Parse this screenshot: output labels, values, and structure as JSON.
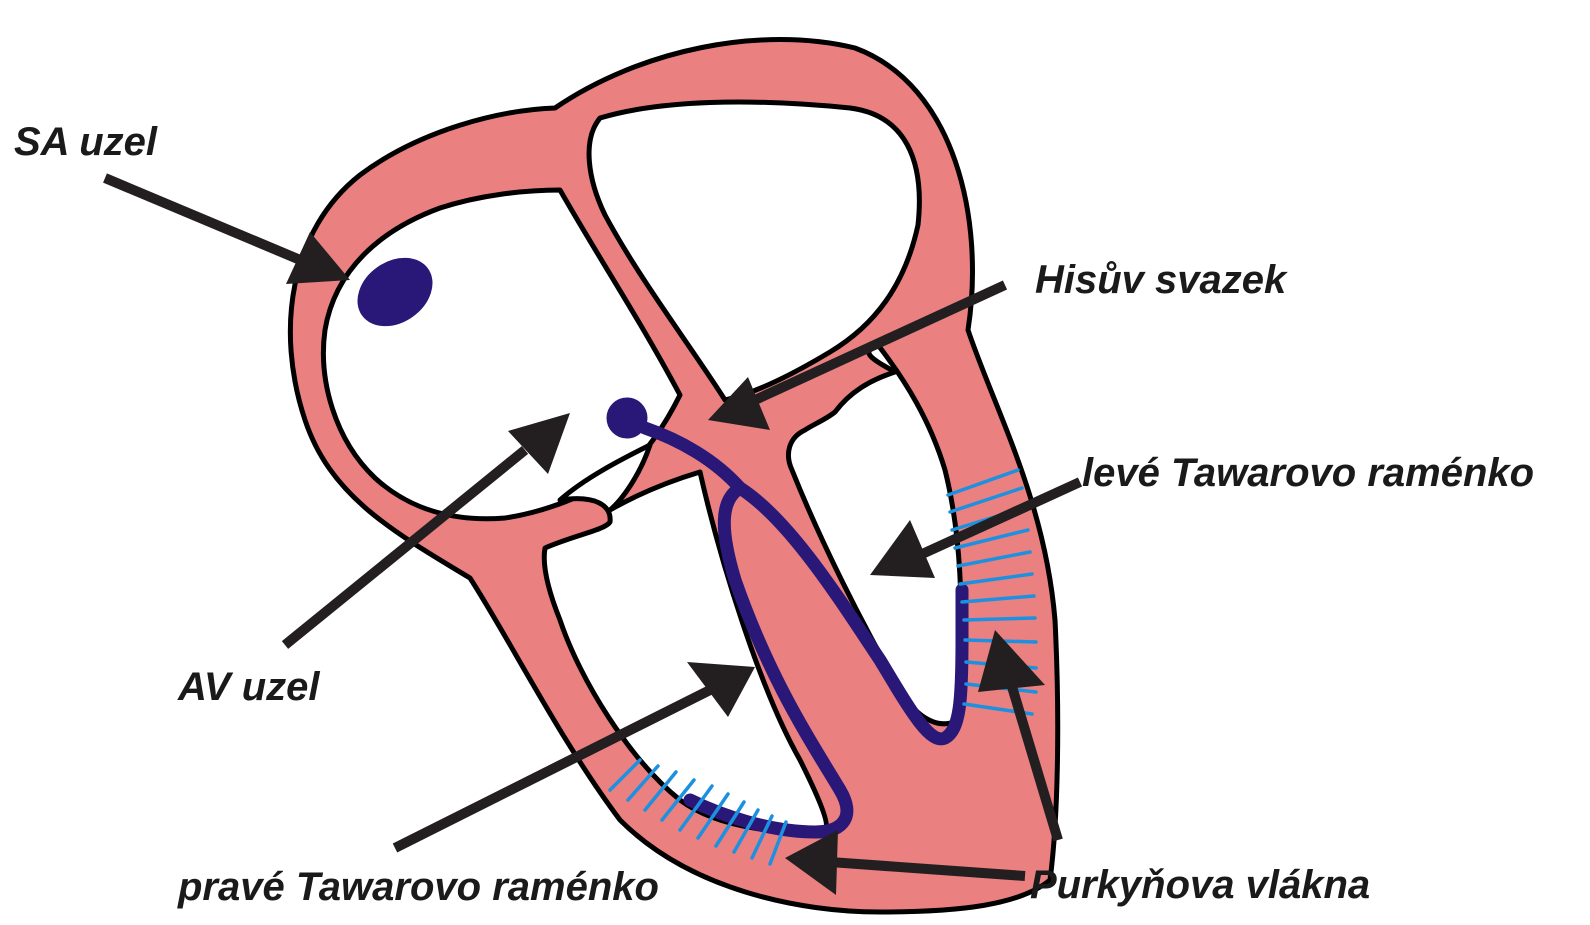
{
  "labels": {
    "sa_node": "SA uzel",
    "av_node": "AV uzel",
    "his_bundle": "Hisův svazek",
    "left_bundle_branch": "levé Tawarovo raménko",
    "right_bundle_branch": "pravé Tawarovo raménko",
    "purkinje_fibers": "Purkyňova vlákna"
  },
  "colors": {
    "myocardium": "#ea8080",
    "conduction_system": "#2a1878",
    "purkinje_fibers": "#1e90e0",
    "arrows": "#231f20"
  }
}
